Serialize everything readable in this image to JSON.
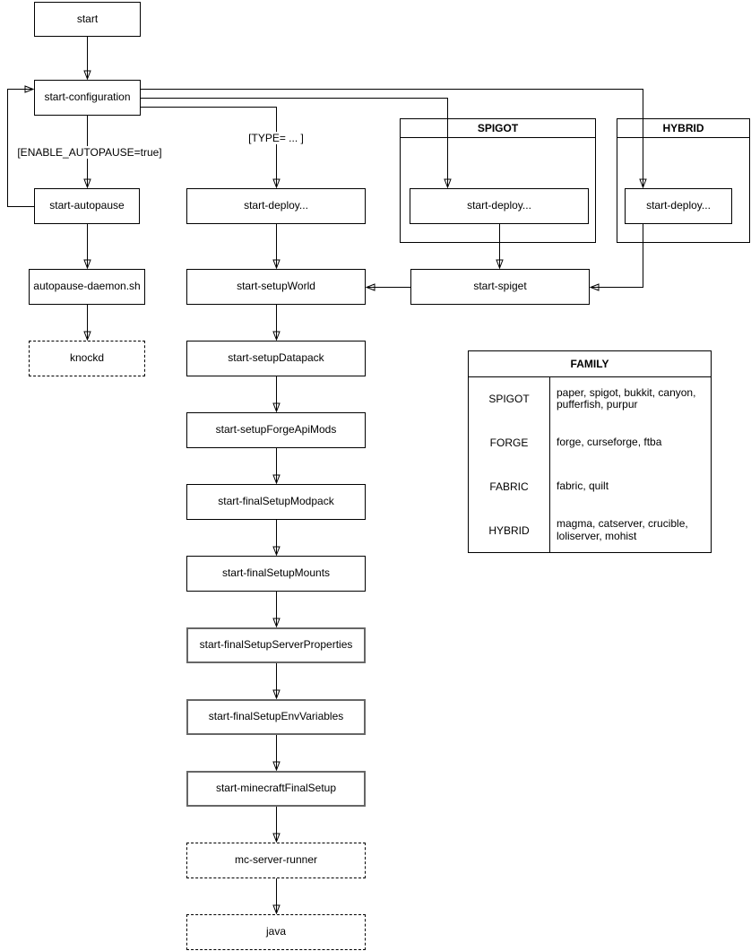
{
  "diagram": {
    "colors": {
      "stroke": "#000000",
      "muted_stroke": "#666666",
      "background": "#ffffff"
    },
    "nodes": {
      "start": "start",
      "start_configuration": "start-configuration",
      "start_autopause": "start-autopause",
      "autopause_daemon": "autopause-daemon.sh",
      "knockd": "knockd",
      "start_deploy_main": "start-deploy...",
      "start_deploy_spigot": "start-deploy...",
      "start_deploy_hybrid": "start-deploy...",
      "start_spiget": "start-spiget",
      "start_setup_world": "start-setupWorld",
      "start_setup_datapack": "start-setupDatapack",
      "start_setup_forge_api_mods": "start-setupForgeApiMods",
      "start_final_setup_modpack": "start-finalSetupModpack",
      "start_final_setup_mounts": "start-finalSetupMounts",
      "start_final_setup_server_properties": "start-finalSetupServerProperties",
      "start_final_setup_env_variables": "start-finalSetupEnvVariables",
      "start_minecraft_final_setup": "start-minecraftFinalSetup",
      "mc_server_runner": "mc-server-runner",
      "java": "java"
    },
    "groups": {
      "spigot": "SPIGOT",
      "hybrid": "HYBRID"
    },
    "edge_labels": {
      "autopause_condition": "[ENABLE_AUTOPAUSE=true]",
      "type_condition": "[TYPE= ... ]"
    },
    "family_table": {
      "title": "FAMILY",
      "rows": [
        {
          "family": "SPIGOT",
          "servers": "paper, spigot, bukkit, canyon, pufferfish, purpur"
        },
        {
          "family": "FORGE",
          "servers": "forge, curseforge, ftba"
        },
        {
          "family": "FABRIC",
          "servers": "fabric, quilt"
        },
        {
          "family": "HYBRID",
          "servers": "magma, catserver, crucible, loliserver, mohist"
        }
      ]
    }
  }
}
